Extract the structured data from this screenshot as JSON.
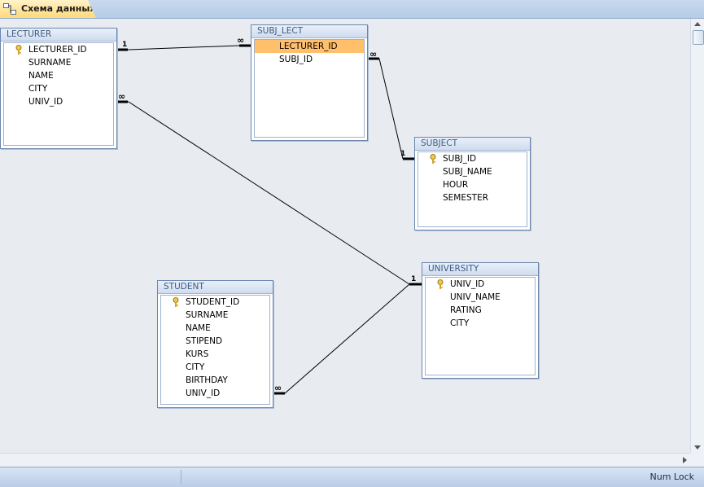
{
  "tab": {
    "title": "Схема данных",
    "icon": "relationships-icon"
  },
  "tables": {
    "lecturer": {
      "name": "LECTURER",
      "fields": [
        "LECTURER_ID",
        "SURNAME",
        "NAME",
        "CITY",
        "UNIV_ID"
      ]
    },
    "subj_lect": {
      "name": "SUBJ_LECT",
      "fields": [
        "LECTURER_ID",
        "SUBJ_ID"
      ]
    },
    "subject": {
      "name": "SUBJECT",
      "fields": [
        "SUBJ_ID",
        "SUBJ_NAME",
        "HOUR",
        "SEMESTER"
      ]
    },
    "student": {
      "name": "STUDENT",
      "fields": [
        "STUDENT_ID",
        "SURNAME",
        "NAME",
        "STIPEND",
        "KURS",
        "CITY",
        "BIRTHDAY",
        "UNIV_ID"
      ]
    },
    "university": {
      "name": "UNIVERSITY",
      "fields": [
        "UNIV_ID",
        "UNIV_NAME",
        "RATING",
        "CITY"
      ]
    }
  },
  "relationships": [
    {
      "from": "LECTURER.LECTURER_ID",
      "to": "SUBJ_LECT.LECTURER_ID",
      "from_card": "1",
      "to_card": "∞"
    },
    {
      "from": "SUBJECT.SUBJ_ID",
      "to": "SUBJ_LECT.SUBJ_ID",
      "from_card": "1",
      "to_card": "∞"
    },
    {
      "from": "UNIVERSITY.UNIV_ID",
      "to": "LECTURER.UNIV_ID",
      "from_card": "1",
      "to_card": "∞"
    },
    {
      "from": "UNIVERSITY.UNIV_ID",
      "to": "STUDENT.UNIV_ID",
      "from_card": "1",
      "to_card": "∞"
    }
  ],
  "status": {
    "num_lock": "Num Lock"
  },
  "colors": {
    "selected_row": "#ffbf6b",
    "header_text": "#3d5a85",
    "tab": "#ffd97a"
  }
}
